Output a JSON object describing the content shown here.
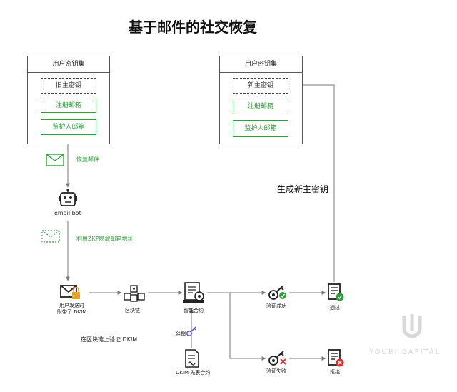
{
  "title": "基于邮件的社交恢复",
  "left_keyset": {
    "header": "用户密钥集",
    "old_key": "旧主密钥",
    "registered_email": "注册邮箱",
    "guardian_email": "监护人邮箱"
  },
  "right_keyset": {
    "header": "用户密钥集",
    "new_key": "新主密钥",
    "registered_email": "注册邮箱",
    "guardian_email": "监护人邮箱"
  },
  "labels": {
    "recovery_email": "恢复邮件",
    "email_bot": "email bot",
    "zkp_hide": "利用ZKP隐藏邮箱地址",
    "generate_new_key": "生成新主密钥",
    "user_sends_email": "用户发送时\n附带了 DKIM",
    "blockchain": "区块链",
    "smart_contract": "智能合约",
    "verify_dkim": "在区块链上验证 DKIM",
    "public_key": "公钥",
    "dkim_registry": "DKIM 先表合约",
    "verify_success": "验证成功",
    "verify_fail": "验证失败",
    "pass": "通过",
    "reject": "拒绝"
  },
  "watermark": "YOUBI CAPITAL",
  "colors": {
    "accent_green": "#2e9e3a",
    "warn_orange": "#f0a020",
    "reject_red": "#e03030",
    "line_gray": "#777777",
    "watermark_gray": "#d8d8d8"
  },
  "icons": [
    "envelope-icon",
    "robot-icon",
    "dashed-envelope-icon",
    "mail-lock-icon",
    "blockchain-cubes-icon",
    "contract-gear-icon",
    "key-check-icon",
    "key-cross-icon",
    "document-check-icon",
    "document-cross-icon",
    "key-small-icon",
    "document-signed-icon",
    "youbi-logo-icon"
  ]
}
